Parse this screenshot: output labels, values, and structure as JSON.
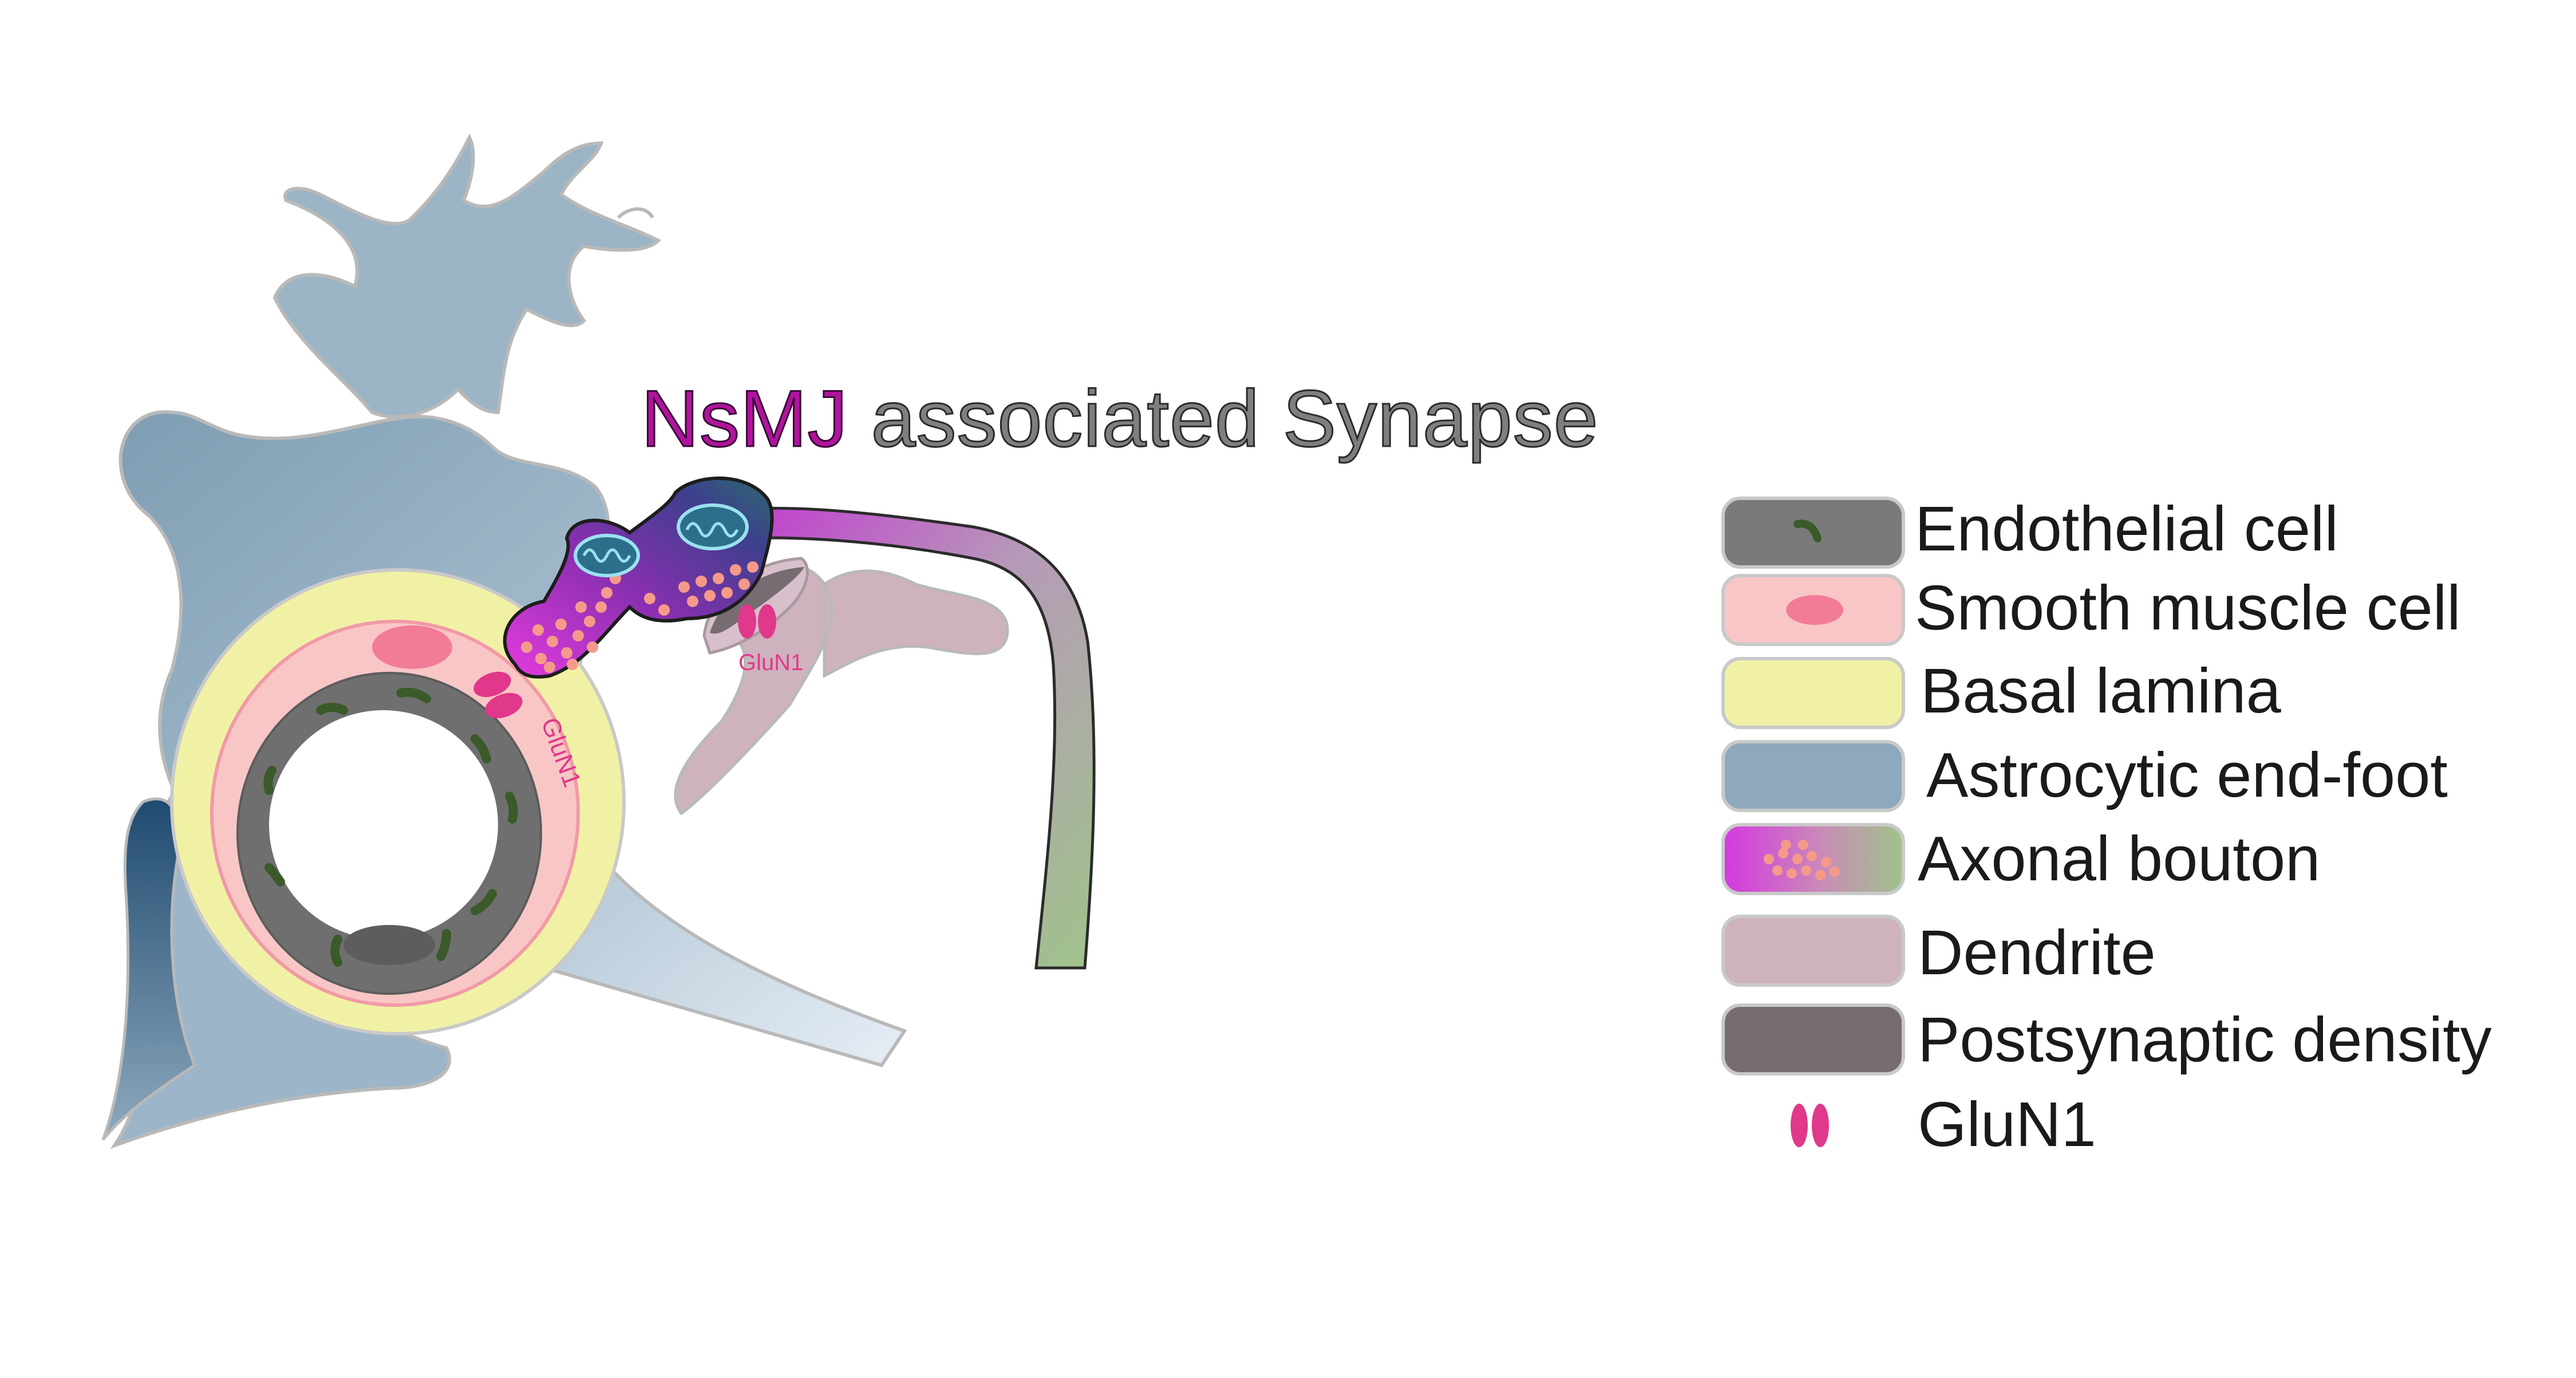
{
  "title": {
    "highlight": "NsMJ",
    "rest": " associated Synapse"
  },
  "diagram_labels": {
    "glun1_left": "GluN1",
    "glun1_right": "GluN1"
  },
  "legend": [
    {
      "label": "Endothelial cell",
      "color": "#7a7a7a"
    },
    {
      "label": "Smooth muscle cell",
      "color": "#f9c6c6"
    },
    {
      "label": "Basal lamina",
      "color": "#f1f1a6"
    },
    {
      "label": "Astrocytic end-foot",
      "color": "#8ea9bd"
    },
    {
      "label": "Axonal bouton",
      "color": "#d63ad6"
    },
    {
      "label": "Dendrite",
      "color": "#ceb2bd"
    },
    {
      "label": "Postsynaptic density",
      "color": "#766c72"
    },
    {
      "label": "GluN1",
      "color": "#e0388a"
    }
  ],
  "colors": {
    "astrocyte": "#8ea9bd",
    "astrocyte_light": "#dbe4ee",
    "basal_lamina": "#f1f1a6",
    "smooth_muscle": "#f9c6c6",
    "endothelium": "#7a7a7a",
    "bouton_magenta": "#d63ad6",
    "bouton_purple": "#6b2f9a",
    "dendrite": "#ceb2bd",
    "psd": "#766c72",
    "glun1": "#e0388a",
    "axon_green": "#a7c796"
  }
}
